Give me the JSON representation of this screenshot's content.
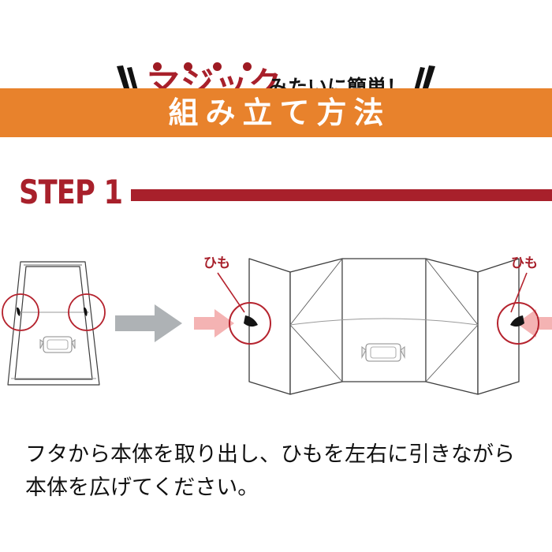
{
  "header": {
    "catchphrase_main": "マジック",
    "catchphrase_tail": "みたいに簡単！",
    "emphasis_dots": 4,
    "highlight_color": "#f7edc3",
    "main_color": "#a8202b",
    "tail_color": "#141414",
    "brush_stroke_color": "#111111"
  },
  "banner": {
    "title": "組み立て方法",
    "background_color": "#e8822c",
    "text_color": "#ffffff"
  },
  "step": {
    "label": "STEP 1",
    "accent_color": "#a8202b",
    "bar_color": "#a8202b"
  },
  "diagram": {
    "transition_arrow_color": "#aeb2b5",
    "pull_arrow_color": "#f4b3b3",
    "highlight_circle_color": "#b5232e",
    "string_color": "#1a1a1a",
    "outline_color": "#3c3c3c",
    "label_left": "ひも",
    "label_right": "ひも",
    "left_object": "closed-lid-box",
    "right_object": "unfolded-box",
    "highlight_count_left": 2,
    "highlight_count_right": 2
  },
  "caption": {
    "line1": "フタから本体を取り出し、ひもを左右に引きながら",
    "line2": "本体を広げてください。"
  }
}
